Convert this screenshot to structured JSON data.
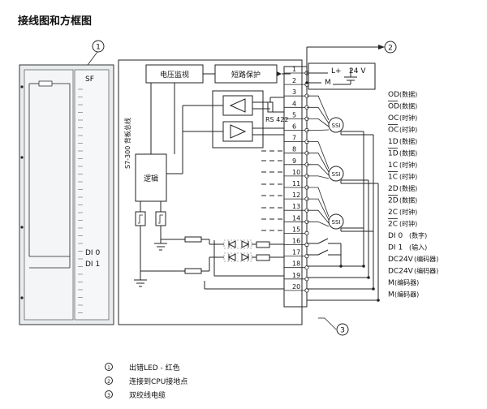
{
  "heading": "接线图和方框图",
  "callouts": [
    "1",
    "2",
    "3"
  ],
  "module": {
    "sf_label": "SF",
    "di0_label": "DI 0",
    "di1_label": "DI 1"
  },
  "blocks": {
    "voltage_monitor": "电压监视",
    "short_protect": "短路保护",
    "logic": "逻辑",
    "backplane_bus": "S7-300 背板总线",
    "rs422": "RS 422"
  },
  "power": {
    "lplus": "L+",
    "m": "M",
    "voltage": "24 V"
  },
  "terminals": [
    "1",
    "2",
    "3",
    "4",
    "5",
    "6",
    "7",
    "8",
    "9",
    "10",
    "11",
    "12",
    "13",
    "14",
    "15",
    "16",
    "17",
    "18",
    "19",
    "20"
  ],
  "ssi_label": "SSI",
  "signals": [
    {
      "code": "OD",
      "overline": false,
      "note": "(数据)"
    },
    {
      "code": "OD",
      "overline": true,
      "note": "(数据)"
    },
    {
      "code": "OC",
      "overline": false,
      "note": "(时钟)"
    },
    {
      "code": "OC",
      "overline": true,
      "note": "(时钟)"
    },
    {
      "code": "1D",
      "overline": false,
      "note": "(数据)"
    },
    {
      "code": "1D",
      "overline": true,
      "note": "(数据)"
    },
    {
      "code": "1C",
      "overline": false,
      "note": "(时钟)"
    },
    {
      "code": "1C",
      "overline": true,
      "note": "(时钟)"
    },
    {
      "code": "2D",
      "overline": false,
      "note": "(数据)"
    },
    {
      "code": "2D",
      "overline": true,
      "note": "(数据)"
    },
    {
      "code": "2C",
      "overline": false,
      "note": "(时钟)"
    },
    {
      "code": "2C",
      "overline": true,
      "note": "(时钟)"
    },
    {
      "code": "DI 0",
      "overline": false,
      "note": "(数字)"
    },
    {
      "code": "DI 1",
      "overline": false,
      "note": "(输入)"
    },
    {
      "code": "DC24V",
      "overline": false,
      "note": "(编码器)"
    },
    {
      "code": "DC24V",
      "overline": false,
      "note": "(编码器)"
    },
    {
      "code": "M",
      "overline": false,
      "note": "(编码器)"
    },
    {
      "code": "M",
      "overline": false,
      "note": "(编码器)"
    }
  ],
  "legend": [
    {
      "num": "1",
      "text": "出错LED - 红色"
    },
    {
      "num": "2",
      "text": "连接到CPU接地点"
    },
    {
      "num": "3",
      "text": "双绞线电缆"
    }
  ]
}
